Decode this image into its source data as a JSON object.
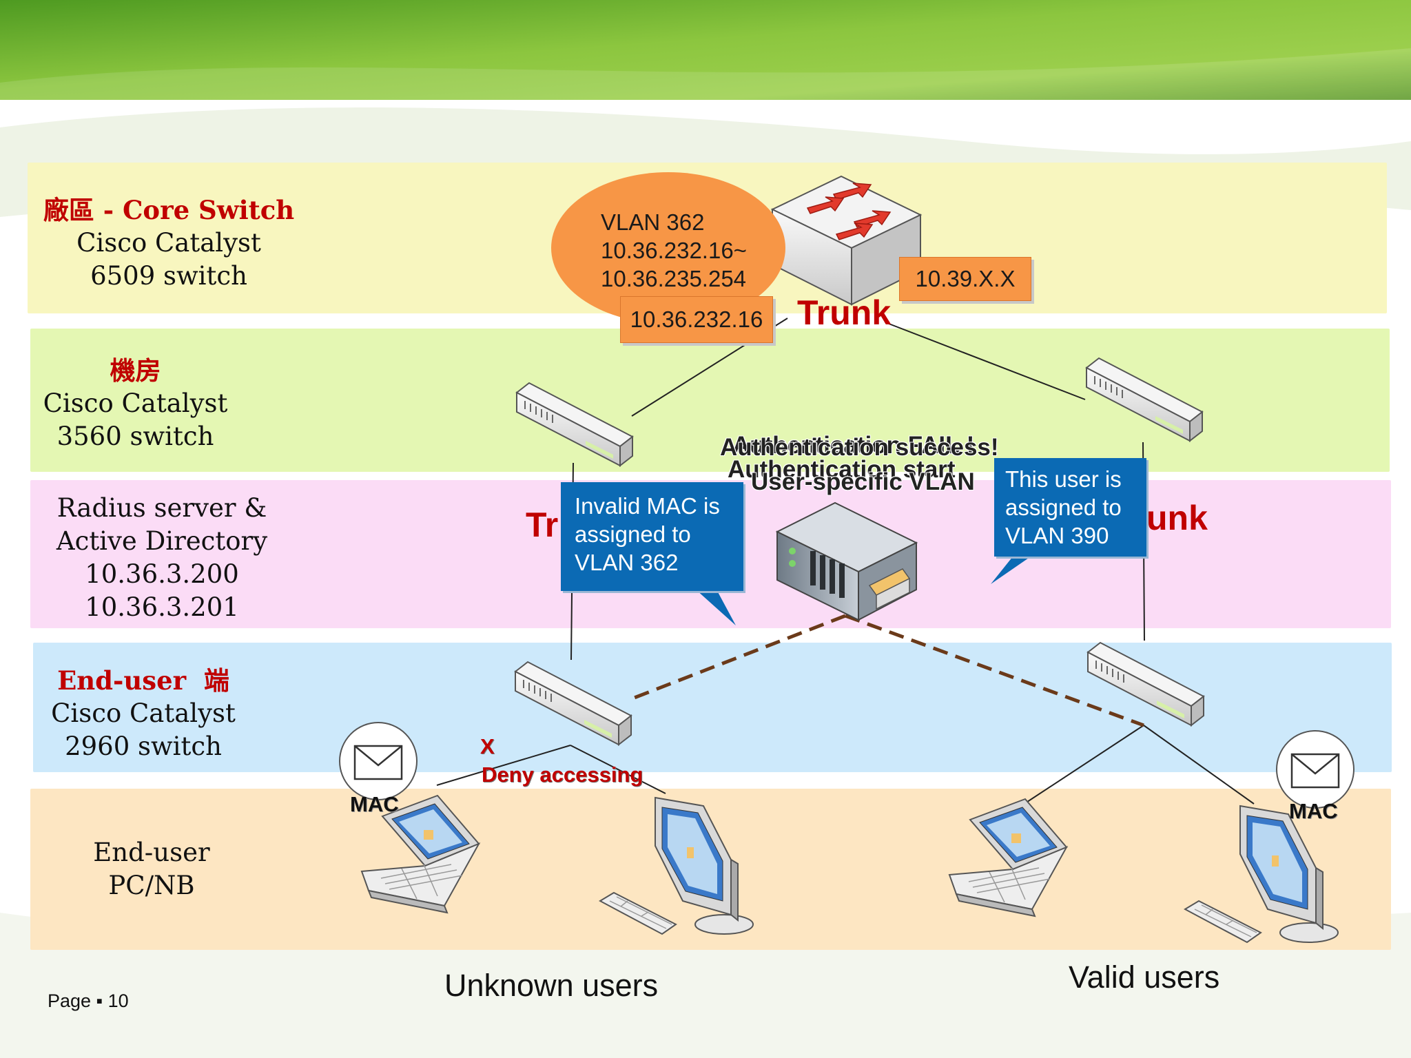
{
  "layers": [
    {
      "label_red": "廠區 - Core Switch",
      "lines": [
        "Cisco Catalyst",
        "6509 switch"
      ],
      "color": "#f8f6bf"
    },
    {
      "label_red": "機房",
      "lines": [
        "Cisco Catalyst",
        "3560 switch"
      ],
      "color": "#e4f7b3"
    },
    {
      "label_red": "",
      "lines": [
        "Radius server &",
        "Active Directory",
        "10.36.3.200",
        "10.36.3.201"
      ],
      "color": "#fbdcf6"
    },
    {
      "label_red": "End-user  端",
      "lines": [
        "Cisco Catalyst",
        "2960 switch"
      ],
      "color": "#cde9fb"
    },
    {
      "label_red": "",
      "lines": [
        "End-user",
        "PC/NB"
      ],
      "color": "#fde6c2"
    }
  ],
  "core": {
    "vlan_lines": [
      "VLAN 362",
      "10.36.232.16~",
      "10.36.235.254"
    ],
    "ip_left": "10.36.232.16",
    "ip_right": "10.39.X.X",
    "trunk_top": "Trunk"
  },
  "trunk_left": "Tr",
  "trunk_right": "unk",
  "auth_overlay": [
    "Authentication FAIL !",
    "Authentication success!",
    "Authentication start",
    "User-specific VLAN"
  ],
  "callout_left": [
    "Invalid MAC is",
    "assigned to",
    "VLAN 362"
  ],
  "callout_right": [
    "This user is",
    "assigned to",
    "VLAN 390"
  ],
  "deny": {
    "mark": "X",
    "text": "Deny accessing"
  },
  "mac_left": "MAC",
  "mac_right": "MAC",
  "group_left": "Unknown users",
  "group_right": "Valid users",
  "page": "Page ▪ 10",
  "colors": {
    "header_dark": "#5c9a2a",
    "header_light": "#b9dc6a",
    "accent_red": "#c00000",
    "callout_blue": "#0b6ab4",
    "orange": "#f79646",
    "dashed_brown": "#6b3a1a"
  }
}
